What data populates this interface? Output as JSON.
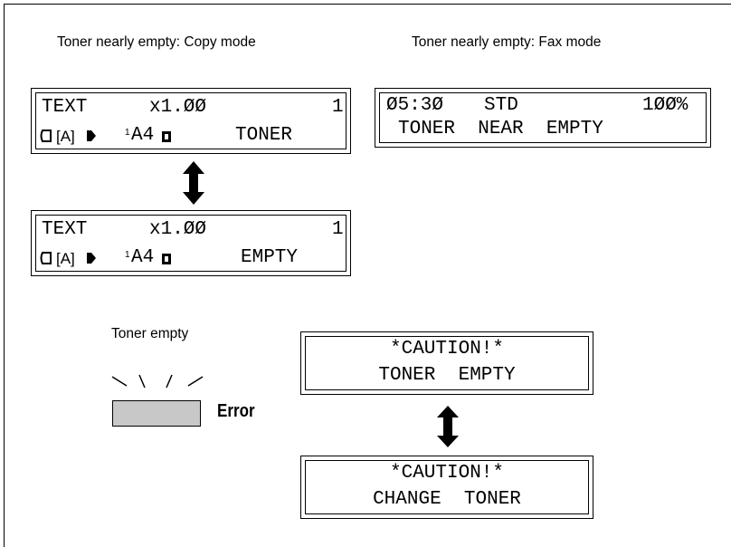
{
  "captions": {
    "copy_mode": "Toner nearly empty: Copy mode",
    "fax_mode": "Toner nearly empty: Fax mode",
    "toner_empty": "Toner empty"
  },
  "copy_display_1": {
    "line1_mode": "TEXT",
    "line1_zoom": "x1.ØØ",
    "line1_count": "1",
    "line2_density": "[A]",
    "line2_sup": "1",
    "line2_paper": "A4",
    "line2_message": "TONER"
  },
  "copy_display_2": {
    "line1_mode": "TEXT",
    "line1_zoom": "x1.ØØ",
    "line1_count": "1",
    "line2_density": "[A]",
    "line2_sup": "1",
    "line2_paper": "A4",
    "line2_message": "EMPTY"
  },
  "fax_display": {
    "line1_time": "Ø5:3Ø",
    "line1_res": "STD",
    "line1_pct": "1ØØ%",
    "line2": "TONER  NEAR  EMPTY"
  },
  "caution_display_1": {
    "line1": "*CAUTION!*",
    "line2": "TONER  EMPTY"
  },
  "caution_display_2": {
    "line1": "*CAUTION!*",
    "line2": "CHANGE  TONER"
  },
  "error_indicator": {
    "label": "Error",
    "color": "#c8c8c8"
  }
}
